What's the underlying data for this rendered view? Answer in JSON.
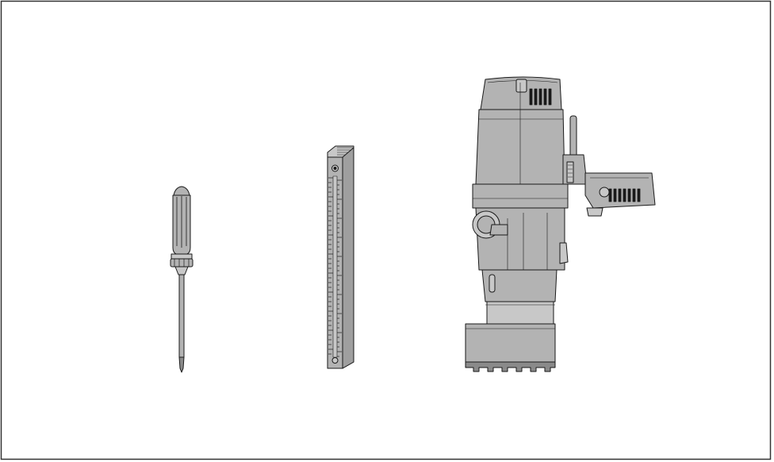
{
  "figure": {
    "items": [
      {
        "id": "screwdriver",
        "icon": "screwdriver-icon"
      },
      {
        "id": "ruler",
        "icon": "ruler-icon"
      },
      {
        "id": "power-tool",
        "icon": "power-tool-icon"
      }
    ],
    "colors": {
      "fill": "#b3b3b3",
      "fill_light": "#c8c8c8",
      "fill_dark": "#8a8a8a",
      "stroke": "#1a1a1a",
      "border": "#333333"
    }
  }
}
